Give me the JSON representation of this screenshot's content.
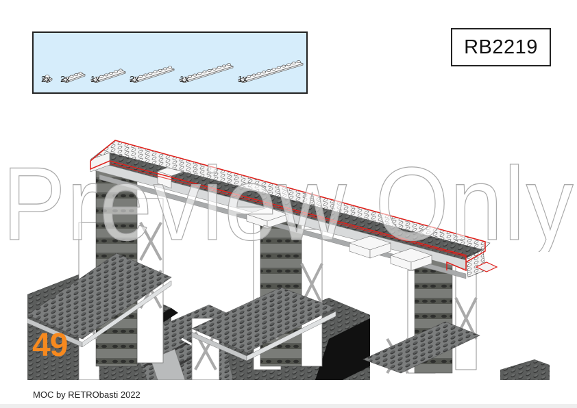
{
  "page": {
    "set_id": "RB2219",
    "step_number": "49",
    "watermark": "Preview Only",
    "footer": "MOC by RETRObasti 2022"
  },
  "parts_panel": {
    "background": "#d6edfb",
    "items": [
      {
        "part": "plate-1x1-white",
        "studs": 1,
        "qty": "2x"
      },
      {
        "part": "plate-1x4-white",
        "studs": 4,
        "qty": "2x"
      },
      {
        "part": "plate-1x6-white",
        "studs": 6,
        "qty": "1x"
      },
      {
        "part": "plate-1x8-white",
        "studs": 8,
        "qty": "2x"
      },
      {
        "part": "plate-1x10-white",
        "studs": 10,
        "qty": "1x"
      },
      {
        "part": "plate-1x12-white",
        "studs": 12,
        "qty": "1x"
      }
    ]
  },
  "colors": {
    "step_number": "#f7891e",
    "highlight_outline": "#e0201b",
    "dark_grey_brick": "#5b5d5c",
    "light_grey_brick": "#a5a7a8",
    "white_brick": "#f4f4f4"
  }
}
